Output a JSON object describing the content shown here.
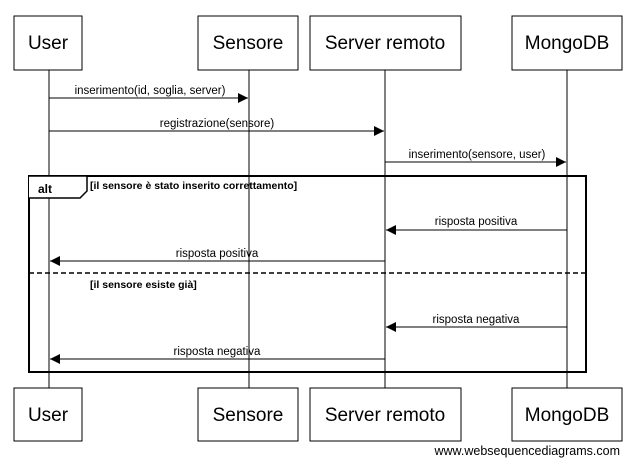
{
  "participants": {
    "user": "User",
    "sensore": "Sensore",
    "server": "Server remoto",
    "mongodb": "MongoDB"
  },
  "messages": {
    "m1": "inserimento(id, soglia, server)",
    "m2": "registrazione(sensore)",
    "m3": "inserimento(sensore, user)",
    "m4": "risposta positiva",
    "m5": "risposta positiva",
    "m6": "risposta negativa",
    "m7": "risposta negativa"
  },
  "alt_frame": {
    "keyword": "alt",
    "guard1": "[il sensore è stato inserito correttamento]",
    "guard2": "[il sensore esiste già]"
  },
  "footer": "www.websequencediagrams.com"
}
